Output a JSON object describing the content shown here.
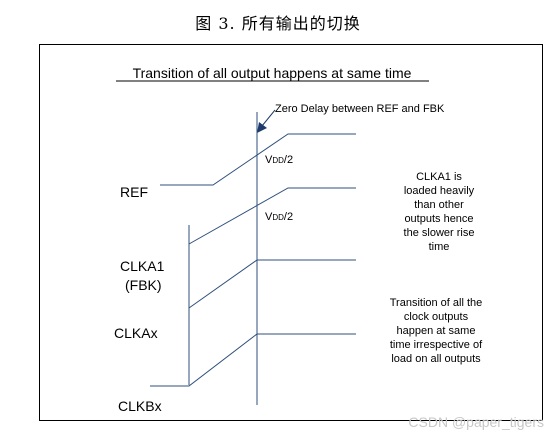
{
  "caption": "图 3. 所有输出的切换",
  "diagram": {
    "title": "Transition of all output happens at same time",
    "zero_delay_note": "Zero Delay between REF and FBK",
    "vdd_label_1": "V",
    "vdd_sub_1": "DD",
    "vdd_tail_1": "/2",
    "vdd_label_2": "V",
    "vdd_sub_2": "DD",
    "vdd_tail_2": "/2",
    "signals": {
      "ref": "REF",
      "clka1_line1": "CLKA1",
      "clka1_line2": "(FBK)",
      "clkax": "CLKAx",
      "clkbx": "CLKBx"
    },
    "note1": [
      "CLKA1 is",
      "loaded heavily",
      "than other",
      "outputs hence",
      "the slower rise",
      "time"
    ],
    "note2": [
      "Transition of all the",
      "clock outputs",
      "happen at same",
      "time irrespective of",
      "load on all outputs"
    ]
  },
  "colors": {
    "waveform": "#2e4f7c",
    "arrow": "#1f3b6b",
    "text": "#000000"
  },
  "watermark": "CSDN @paper_tigers"
}
